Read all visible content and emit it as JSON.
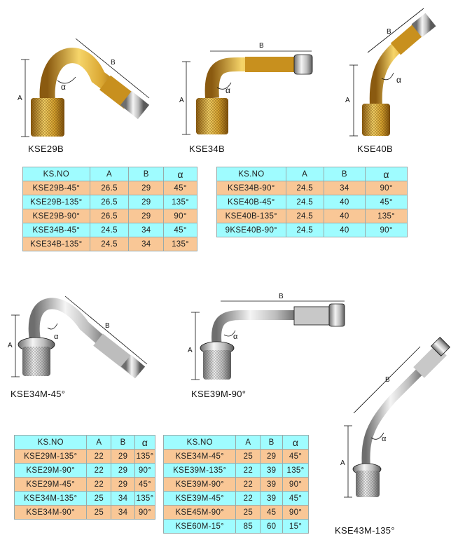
{
  "dim_labels": {
    "a": "A",
    "b": "B",
    "alpha": "α"
  },
  "products": {
    "kse29b": "KSE29B",
    "kse34b": "KSE34B",
    "kse40b": "KSE40B",
    "kse34m": "KSE34M-45°",
    "kse39m": "KSE39M-90°",
    "kse43m": "KSE43M-135°"
  },
  "headers": [
    "KS.NO",
    "A",
    "B",
    "α"
  ],
  "colors": {
    "header": "#9ffcff",
    "orange": "#f9c796",
    "cyan": "#9ffcff"
  },
  "tables": [
    {
      "rows": [
        [
          "KSE29B-45°",
          "26.5",
          "29",
          "45°"
        ],
        [
          "KSE29B-135°",
          "26.5",
          "29",
          "135°"
        ],
        [
          "KSE29B-90°",
          "26.5",
          "29",
          "90°"
        ],
        [
          "KSE34B-45°",
          "24.5",
          "34",
          "45°"
        ],
        [
          "KSE34B-135°",
          "24.5",
          "34",
          "135°"
        ]
      ]
    },
    {
      "rows": [
        [
          "KSE34B-90°",
          "24.5",
          "34",
          "90°"
        ],
        [
          "KSE40B-45°",
          "24.5",
          "40",
          "45°"
        ],
        [
          "KSE40B-135°",
          "24.5",
          "40",
          "135°"
        ],
        [
          "9KSE40B-90°",
          "24.5",
          "40",
          "90°"
        ]
      ]
    },
    {
      "rows": [
        [
          "KSE29M-135°",
          "22",
          "29",
          "135°"
        ],
        [
          "KSE29M-90°",
          "22",
          "29",
          "90°"
        ],
        [
          "KSE29M-45°",
          "22",
          "29",
          "45°"
        ],
        [
          "KSE34M-135°",
          "25",
          "34",
          "135°"
        ],
        [
          "KSE34M-90°",
          "25",
          "34",
          "90°"
        ]
      ]
    },
    {
      "rows": [
        [
          "KSE34M-45°",
          "25",
          "29",
          "45°"
        ],
        [
          "KSE39M-135°",
          "22",
          "39",
          "135°"
        ],
        [
          "KSE39M-90°",
          "22",
          "39",
          "90°"
        ],
        [
          "KSE39M-45°",
          "22",
          "39",
          "45°"
        ],
        [
          "KSE45M-90°",
          "25",
          "45",
          "90°"
        ],
        [
          "KSE60M-15°",
          "85",
          "60",
          "15°"
        ]
      ]
    }
  ]
}
